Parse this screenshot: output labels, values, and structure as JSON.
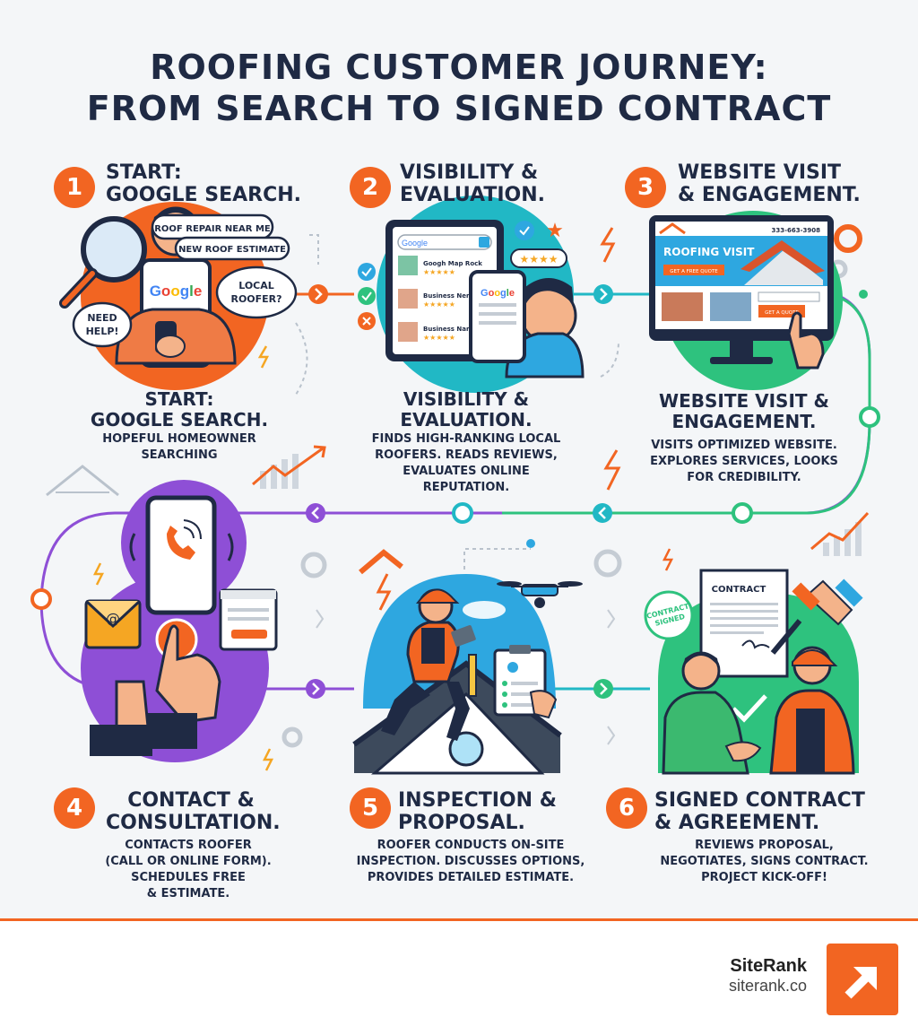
{
  "title": {
    "line1": "ROOFING CUSTOMER JOURNEY:",
    "line2": "FROM SEARCH TO SIGNED CONTRACT"
  },
  "steps": [
    {
      "num": "1",
      "heading1": "START:",
      "heading2": "GOOGLE SEARCH.",
      "caption_head1": "START:",
      "caption_head2": "GOOGLE SEARCH.",
      "caption_lines": [
        "HOPEFUL HOMEOWNER",
        "SEARCHING"
      ]
    },
    {
      "num": "2",
      "heading1": "VISIBILITY &",
      "heading2": "EVALUATION.",
      "caption_head1": "VISIBILITY &",
      "caption_head2": "EVALUATION.",
      "caption_lines": [
        "FINDS HIGH-RANKING LOCAL",
        "ROOFERS. READS REVIEWS,",
        "EVALUATES ONLINE",
        "REPUTATION."
      ]
    },
    {
      "num": "3",
      "heading1": "WEBSITE VISIT",
      "heading2": "& ENGAGEMENT.",
      "caption_head1": "WEBSITE VISIT &",
      "caption_head2": "ENGAGEMENT.",
      "caption_lines": [
        "VISITS OPTIMIZED WEBSITE.",
        "EXPLORES SERVICES, LOOKS",
        "FOR CREDIBILITY."
      ]
    },
    {
      "num": "4",
      "heading1": "CONTACT &",
      "heading2": "CONSULTATION.",
      "caption_lines": [
        "CONTACTS ROOFER",
        "(CALL OR ONLINE FORM).",
        "SCHEDULES FREE",
        "& ESTIMATE."
      ]
    },
    {
      "num": "5",
      "heading1": "INSPECTION &",
      "heading2": "PROPOSAL.",
      "caption_lines": [
        "ROOFER CONDUCTS ON-SITE",
        "INSPECTION. DISCUSSES OPTIONS,",
        "PROVIDES DETAILED ESTIMATE."
      ]
    },
    {
      "num": "6",
      "heading1": "SIGNED CONTRACT",
      "heading2": "& AGREEMENT.",
      "caption_lines": [
        "REVIEWS PROPOSAL,",
        "NEGOTIATES, SIGNS CONTRACT.",
        "PROJECT KICK-OFF!"
      ]
    }
  ],
  "scene1": {
    "bubble1": "ROOF REPAIR NEAR ME",
    "bubble2": "NEW ROOF ESTIMATE",
    "bubble3a": "LOCAL",
    "bubble3b": "ROOFER?",
    "bubble4a": "NEED",
    "bubble4b": "HELP!",
    "phone_text": "Google"
  },
  "scene2": {
    "search_text": "Google",
    "listing1": "Googh Map Rock",
    "listing2": "Business Nemes",
    "listing3": "Business Name",
    "phone_text": "Google",
    "stars": "★★★★"
  },
  "scene3": {
    "phone_num": "333-663-3908",
    "hero": "ROOFING VISIT",
    "cta": "GET A FREE QUOTE",
    "cta2": "GET A QUOTE"
  },
  "scene6": {
    "contract": "CONTRACT",
    "stamp1": "CONTRACT",
    "stamp2": "SIGNED"
  },
  "footer": {
    "brand": "SiteRank",
    "url": "siterank.co"
  },
  "colors": {
    "accent": "#f26522",
    "navy": "#1f2a44",
    "teal": "#21b8c5",
    "purple": "#8e4fd6",
    "green": "#2ec27e",
    "blue": "#2ea7e0"
  }
}
